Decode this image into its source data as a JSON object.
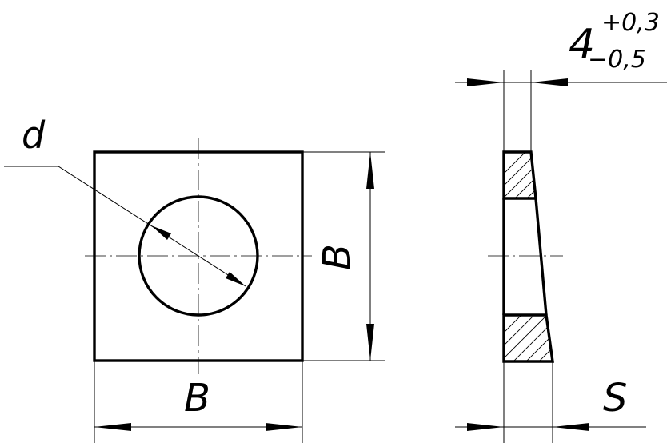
{
  "labels": {
    "hole_diameter": "d",
    "width_bottom": "B",
    "height_side": "B",
    "thickness": "S",
    "thickness_nominal": "4",
    "tolerance_upper": "+0,3",
    "tolerance_lower": "−0,5"
  }
}
